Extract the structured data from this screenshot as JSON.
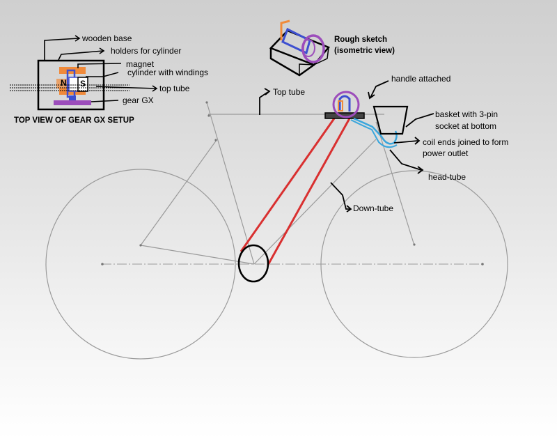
{
  "labels": {
    "wooden_base": "wooden base",
    "holders": "holders for cylinder",
    "magnet": "magnet",
    "cylinder": "cylinder with windings",
    "top_tube_small": "top tube",
    "gear_gx": "gear GX",
    "top_view_title": "TOP VIEW OF GEAR GX SETUP",
    "rough_sketch_line1": "Rough sketch",
    "rough_sketch_line2": "(isometric view)",
    "handle_attached": "handle attached",
    "top_tube": "Top tube",
    "basket_line1": "basket with 3-pin",
    "basket_line2": "socket at bottom",
    "coil_line1": "coil ends joined to form",
    "coil_line2": "power outlet",
    "head_tube": "head-tube",
    "down_tube": "Down-tube",
    "magnet_n": "N",
    "magnet_s": "S"
  },
  "colors": {
    "red_tube": "#d93030",
    "orange_holder": "#f08a3a",
    "blue_cylinder": "#3d4fd0",
    "purple_gear": "#9c4dbb",
    "cyan_wire": "#3aa6dc",
    "frame_gray": "#9a9a9a"
  }
}
